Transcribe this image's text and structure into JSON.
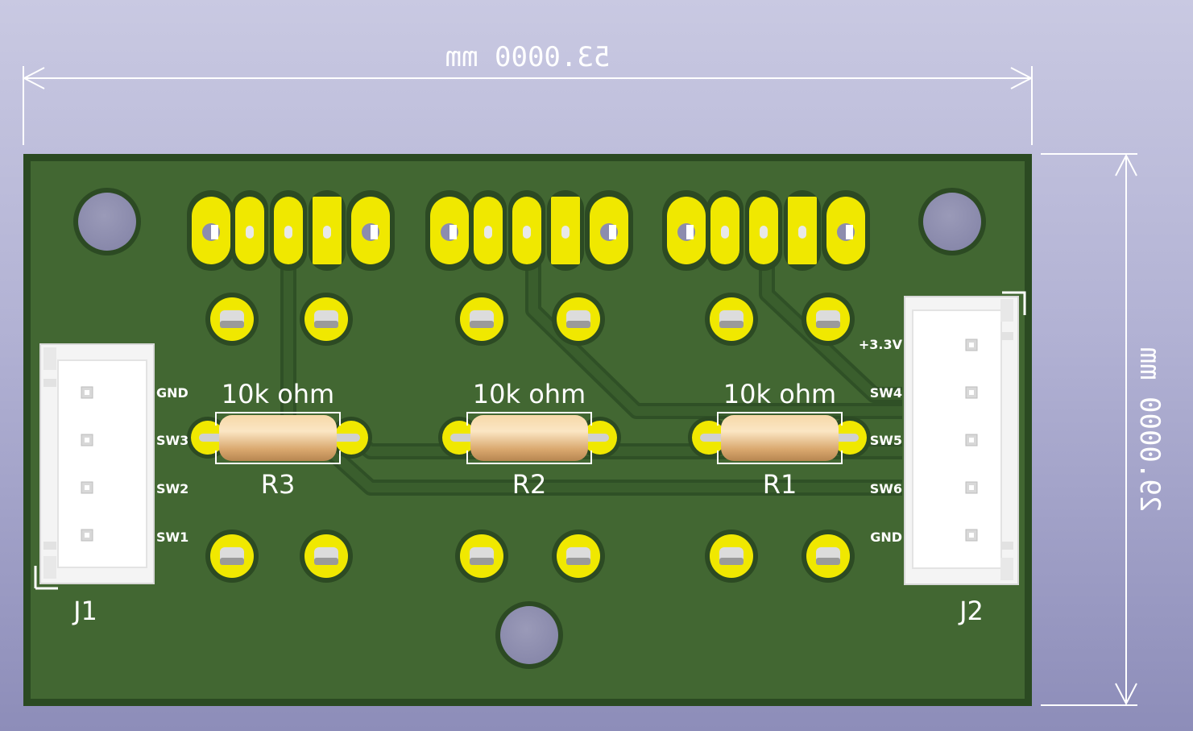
{
  "dimensions": {
    "width_label": "53.0000 mm",
    "height_label": "29.0000 mm"
  },
  "connectors": {
    "j1": {
      "ref": "J1",
      "pins": [
        "GND",
        "SW3",
        "SW2",
        "SW1"
      ]
    },
    "j2": {
      "ref": "J2",
      "pins": [
        "+3.3V",
        "SW4",
        "SW5",
        "SW6",
        "GND"
      ]
    }
  },
  "resistors": [
    {
      "ref": "R3",
      "value": "10k ohm"
    },
    {
      "ref": "R2",
      "value": "10k ohm"
    },
    {
      "ref": "R1",
      "value": "10k ohm"
    }
  ],
  "colors": {
    "board": "#3f6330",
    "board_dark": "#2e4c25",
    "copper_pad": "#f0e800",
    "silkscreen": "#ffffff",
    "resistor_body": "#e8c08a",
    "background": "#b2b2d4"
  }
}
